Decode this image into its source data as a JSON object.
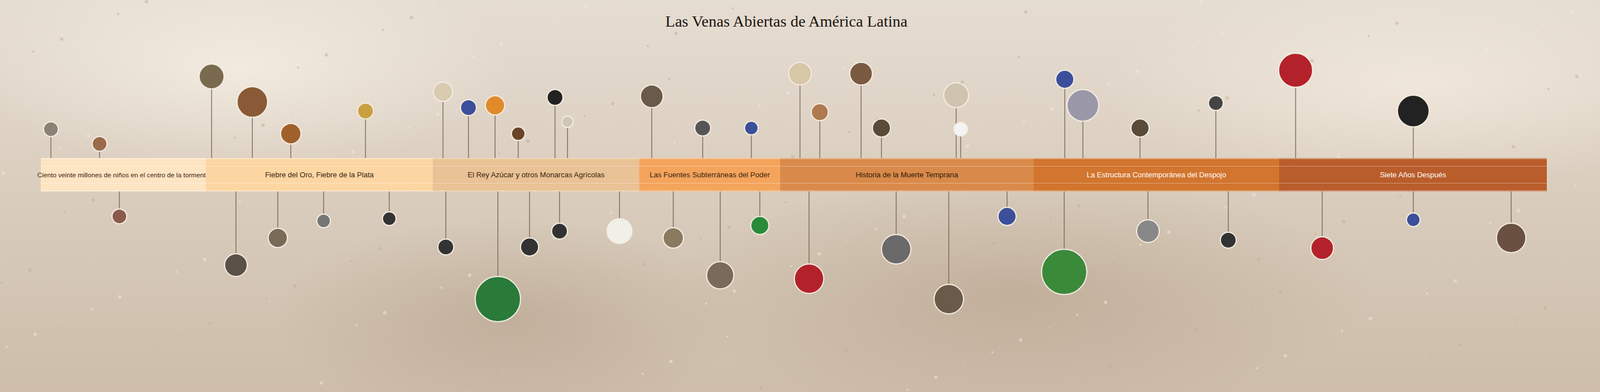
{
  "diagram": {
    "title": "Las Venas Abiertas de América Latina",
    "nodes": [
      {
        "text": [
          "Ciento veinte millones de niños en el centro de la tormenta"
        ]
      },
      {
        "text": [
          "Fiebre del Oro, Fiebre de la Plata"
        ]
      },
      {
        "text": [
          "El Rey Azúcar y otros Monarcas Agrícolas"
        ]
      },
      {
        "text": [
          "Las Fuentes Subterráneas del Poder"
        ]
      },
      {
        "text": [
          "Historia de la Muerte Temprana"
        ]
      },
      {
        "text": [
          "La Estructura Contemporánea del Despojo"
        ]
      },
      {
        "text": [
          "Siete Años Después"
        ]
      }
    ]
  }
}
